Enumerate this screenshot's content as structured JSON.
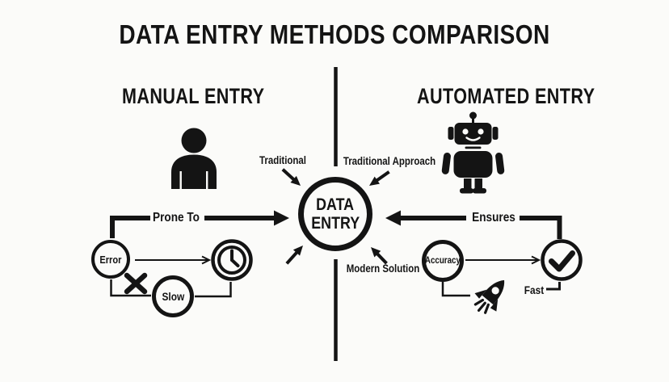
{
  "title": "DATA ENTRY METHODS COMPARISON",
  "center_node": {
    "line1": "DATA",
    "line2": "ENTRY"
  },
  "left": {
    "header": "MANUAL ENTRY",
    "flow_label": "Prone To",
    "node_error": "Error",
    "node_slow": "Slow"
  },
  "right": {
    "header": "AUTOMATED ENTRY",
    "flow_label": "Ensures",
    "node_accuracy": "Accuracy",
    "label_fast": "Fast"
  },
  "annotations": {
    "top_left": "Traditional",
    "top_right": "Traditional Approach",
    "bottom_right": "Modern Solution"
  },
  "icons": {
    "manual_figure": "person-icon",
    "automated_figure": "robot-icon",
    "slow_outcome": "clock-icon",
    "negative_mark": "x-mark-icon",
    "accurate_outcome": "check-icon",
    "speed_symbol": "rocket-icon"
  },
  "colors": {
    "ink": "#141414",
    "background": "#fbfbf9"
  }
}
